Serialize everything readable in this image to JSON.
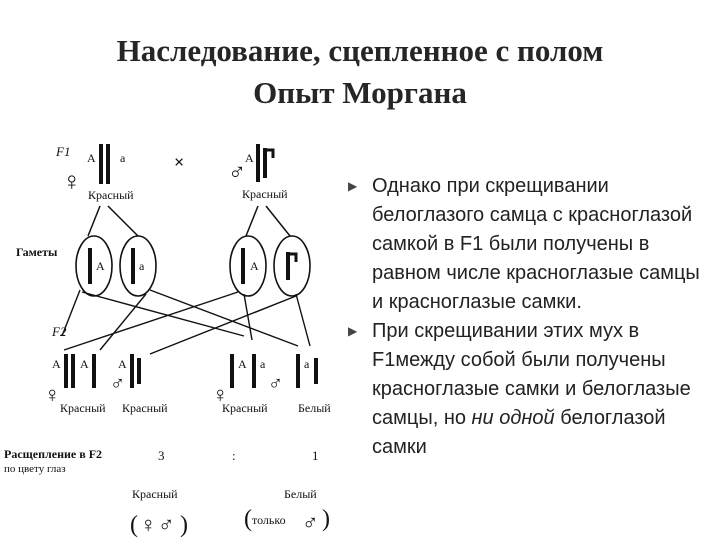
{
  "title": {
    "line1": "Наследование, сцепленное с полом",
    "line2": "Опыт Моргана"
  },
  "diagram": {
    "gen_f1": "F1",
    "gen_f2": "F2",
    "gametes_label": "Гаметы",
    "cross_sign": "×",
    "allele_dominant": "A",
    "allele_recessive": "a",
    "female_symbol": "♀",
    "male_symbol": "♂",
    "parent_female_phenotype": "Красный",
    "parent_male_phenotype": "Красный",
    "f2_phenotypes": [
      "Красный",
      "Красный",
      "Красный",
      "Белый"
    ],
    "split_label_line1": "Расщепление в F2",
    "split_label_line2": "по цвету глаз",
    "ratio_left": "3",
    "ratio_sep": ":",
    "ratio_right": "1",
    "summary_left_label": "Красный",
    "summary_right_label": "Белый",
    "paren_open": "(",
    "paren_close": ")",
    "only_word": "только"
  },
  "bullets": [
    {
      "arrow": "▶",
      "text": "Однако при скрещивании белоглазого самца с красноглазой самкой в F1 были получены в равном числе красноглазые самцы и красноглазые самки.",
      "italic": "",
      "tail": ""
    },
    {
      "arrow": "▶",
      "text": "При скрещивании этих мух в F1между собой были получены красноглазые самки и белоглазые самцы, но ",
      "italic": "ни одной",
      "tail": " белоглазой самки"
    }
  ]
}
